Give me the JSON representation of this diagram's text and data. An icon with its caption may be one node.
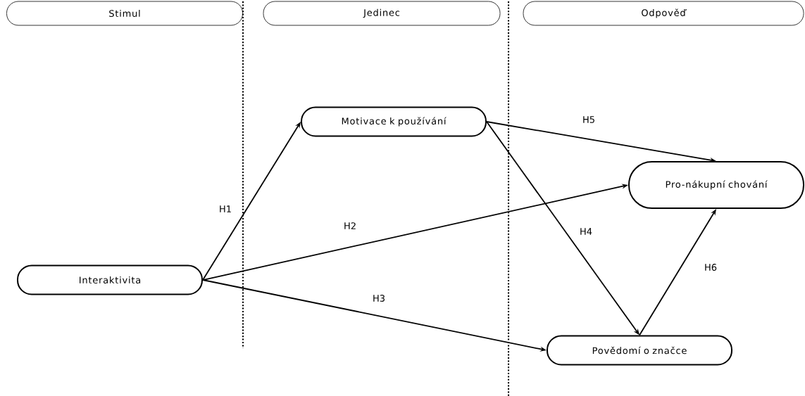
{
  "diagram": {
    "nodes": [
      {
        "text": [
          "Stimul"
        ]
      },
      {
        "text": [
          "Jedinec"
        ]
      },
      {
        "text": [
          "Odpověď"
        ]
      },
      {
        "text": [
          "Motivace k používání"
        ]
      },
      {
        "text": [
          "Pro-nákupní chování"
        ]
      },
      {
        "text": [
          "Interaktivita"
        ]
      },
      {
        "text": [
          "Povědomí o značce"
        ]
      }
    ],
    "edges": [
      {
        "from": 5,
        "to": 3,
        "arrow": "to",
        "label": "H1"
      },
      {
        "from": 5,
        "to": 4,
        "arrow": "to",
        "label": "H2"
      },
      {
        "from": 5,
        "to": 6,
        "arrow": "to",
        "label": "H3"
      },
      {
        "from": 3,
        "to": 6,
        "arrow": "to",
        "label": "H4"
      },
      {
        "from": 3,
        "to": 4,
        "arrow": "to",
        "label": "H5"
      },
      {
        "from": 6,
        "to": 4,
        "arrow": "to",
        "label": "H6"
      }
    ]
  }
}
